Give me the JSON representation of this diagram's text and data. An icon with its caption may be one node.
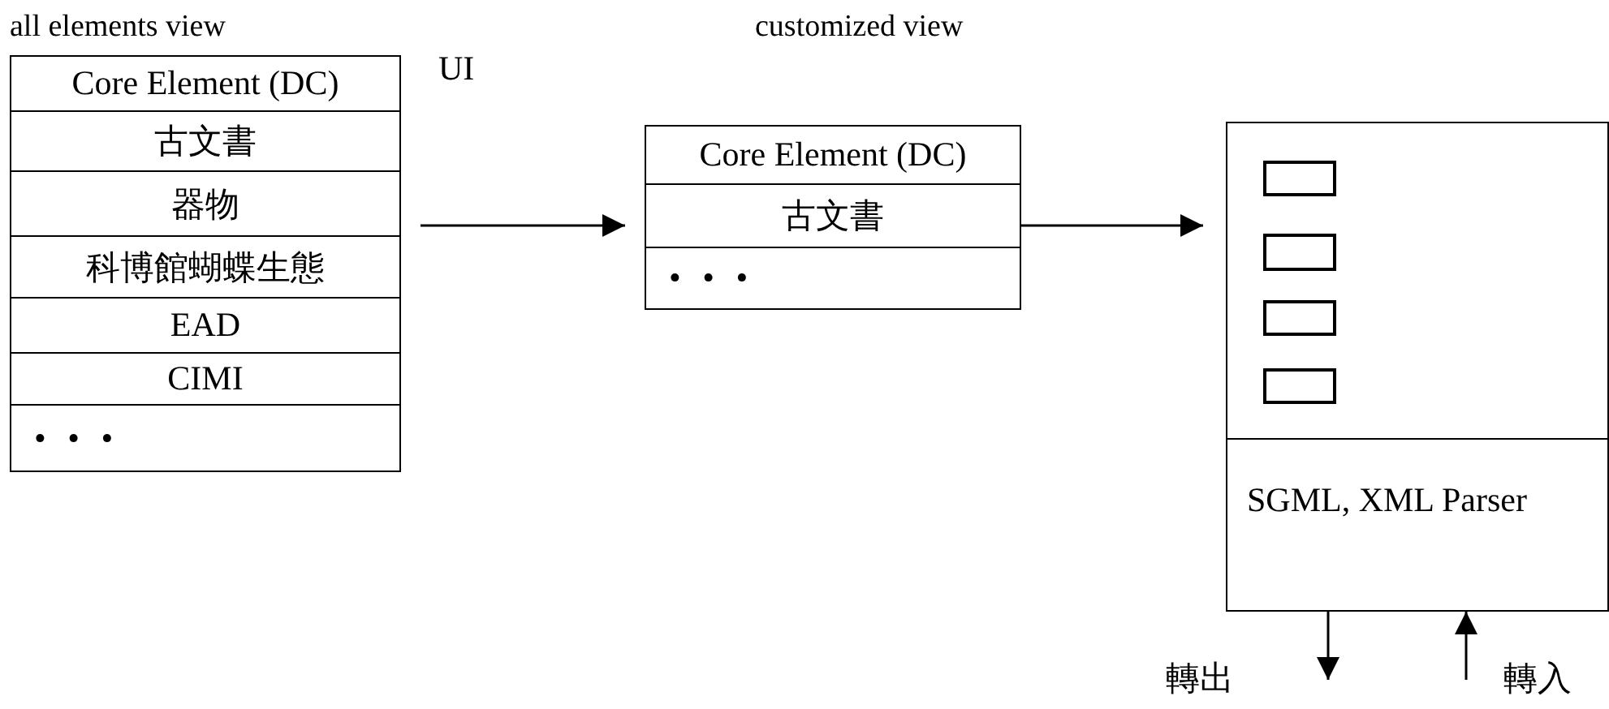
{
  "diagram": {
    "nodes": [
      {
        "text": [
          "all elements view"
        ]
      },
      {
        "text": [
          "Core Element (DC)"
        ],
        "in": 0
      },
      {
        "text": [
          "古文書"
        ],
        "in": 0
      },
      {
        "text": [
          "器物"
        ],
        "in": 0
      },
      {
        "text": [
          "科博館蝴蝶生態"
        ],
        "in": 0
      },
      {
        "text": [
          "EAD"
        ],
        "in": 0
      },
      {
        "text": [
          "CIMI"
        ],
        "in": 0
      },
      {
        "text": [
          "• • •"
        ],
        "in": 0
      },
      {
        "text": [
          "customized view"
        ]
      },
      {
        "text": [
          "Core Element (DC)"
        ],
        "in": 8
      },
      {
        "text": [
          "古文書"
        ],
        "in": 8
      },
      {
        "text": [
          "• • •"
        ],
        "in": 8
      },
      {
        "text": [],
        "shape": "box"
      },
      {
        "text": [],
        "shape": "box",
        "in": 12
      },
      {
        "text": [],
        "shape": "box",
        "in": 12
      },
      {
        "text": [],
        "shape": "box",
        "in": 12
      },
      {
        "text": [],
        "shape": "box",
        "in": 12
      },
      {
        "text": [
          "SGML, XML Parser"
        ],
        "in": 12
      }
    ],
    "edges": [
      {
        "from": 0,
        "to": 8,
        "arrow": "to"
      },
      {
        "from": 8,
        "to": 12,
        "arrow": "to"
      },
      {
        "from": 17,
        "to": null,
        "arrow": "to",
        "label": "轉出"
      },
      {
        "from": null,
        "to": 17,
        "arrow": "to",
        "label": "轉入"
      }
    ],
    "labels": [
      "UI"
    ]
  }
}
